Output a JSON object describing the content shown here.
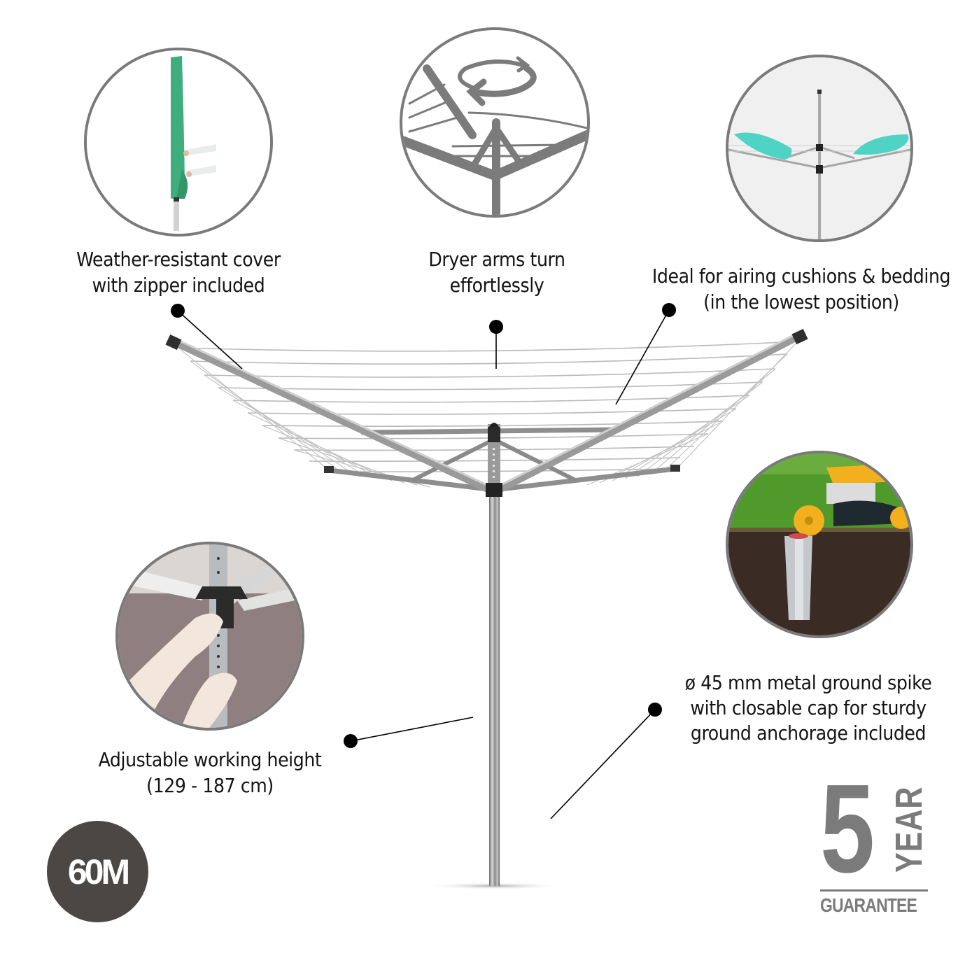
{
  "features": {
    "cover": {
      "line1": "Weather-resistant cover",
      "line2": "with zipper included",
      "image": "green-cover-over-dryer-photo"
    },
    "rotation": {
      "line1": "Dryer arms turn",
      "line2": "effortlessly",
      "image": "rotating-arms-line-icon"
    },
    "cushions": {
      "line1": "Ideal for airing cushions & bedding",
      "line2": "(in the lowest position)",
      "image": "cushions-on-dryer-photo"
    },
    "height": {
      "line1": "Adjustable working height",
      "line2": "(129 - 187 cm)",
      "image": "hands-adjusting-pole-photo"
    },
    "spike": {
      "line1": "ø 45 mm metal ground spike",
      "line2": "with closable cap for sturdy",
      "line3": "ground anchorage included",
      "image": "ground-spike-in-soil-photo"
    }
  },
  "badges": {
    "line_length": "60M",
    "guarantee_number": "5",
    "guarantee_unit": "YEAR",
    "guarantee_label": "GUARANTEE"
  },
  "colors": {
    "frame_gray": "#7a7a7a",
    "badge_dark": "#4a4745",
    "guarantee_gray": "#7b7b7b",
    "cover_green": "#3fae7d",
    "cushion_teal": "#4fd3c4",
    "mower_yellow": "#f2b01e",
    "soil_brown": "#3a2c25",
    "grass_green": "#4f9a2a"
  }
}
